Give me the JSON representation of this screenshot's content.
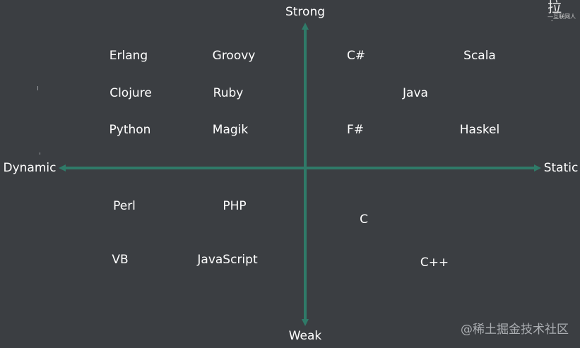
{
  "axes": {
    "top": "Strong",
    "bottom": "Weak",
    "left": "Dynamic",
    "right": "Static",
    "color": "#2f7a68"
  },
  "languages": {
    "erlang": "Erlang",
    "groovy": "Groovy",
    "csharp": "C#",
    "scala": "Scala",
    "clojure": "Clojure",
    "ruby": "Ruby",
    "java": "Java",
    "python": "Python",
    "magik": "Magik",
    "fsharp": "F#",
    "haskel": "Haskel",
    "perl": "Perl",
    "php": "PHP",
    "c": "C",
    "vb": "VB",
    "javascript": "JavaScript",
    "cpp": "C++"
  },
  "logo": {
    "glyph": "拉勾",
    "subtitle": "—互联网人"
  },
  "watermark": "@稀土掘金技术社区",
  "colors": {
    "background": "#3b3e42",
    "text": "#ffffff"
  }
}
